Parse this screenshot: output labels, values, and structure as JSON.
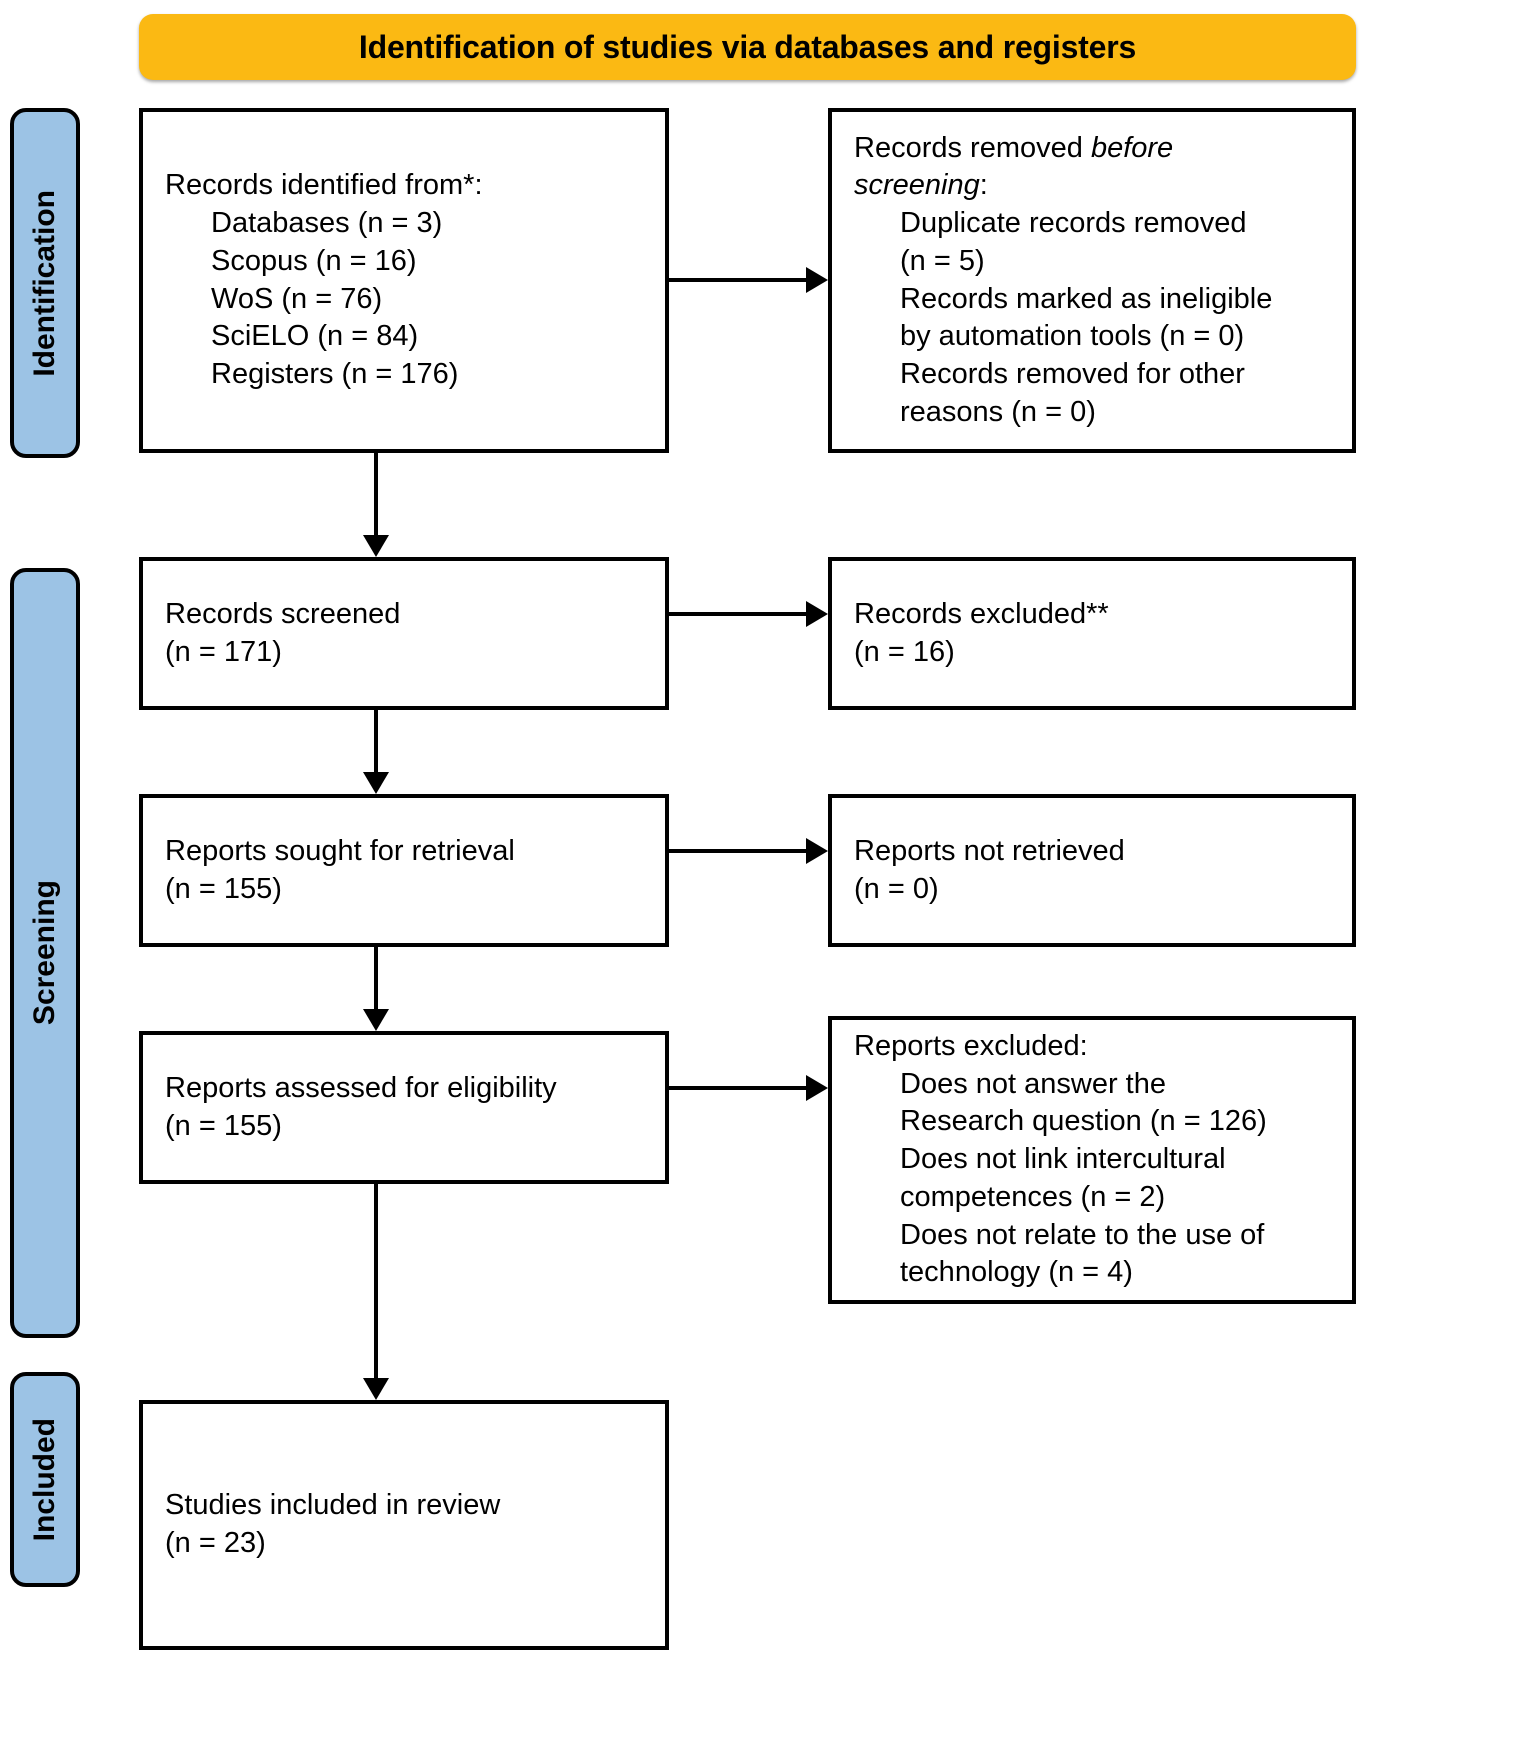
{
  "banner": {
    "title": "Identification of studies via databases and registers"
  },
  "rails": [
    {
      "key": "identification",
      "label": "Identification"
    },
    {
      "key": "screening",
      "label": "Screening"
    },
    {
      "key": "included",
      "label": "Included"
    }
  ],
  "nodes": {
    "records_identified": {
      "name": "records-identified-box",
      "lines": [
        {
          "text": "Records identified from*:",
          "indent": false
        },
        {
          "text": "Databases (n = 3)",
          "indent": true
        },
        {
          "text": "Scopus (n = 16)",
          "indent": true
        },
        {
          "text": "WoS (n = 76)",
          "indent": true
        },
        {
          "text": "SciELO (n = 84)",
          "indent": true
        },
        {
          "text": "Registers (n = 176)",
          "indent": true
        }
      ]
    },
    "records_removed": {
      "name": "records-removed-box",
      "lines": [
        {
          "text": "Records removed ",
          "italic_tail": "before",
          "indent": false
        },
        {
          "text": "",
          "italic_head": "screening",
          "tail": ":",
          "indent": false
        },
        {
          "text": "Duplicate records removed",
          "indent": true
        },
        {
          "text": "(n = 5)",
          "indent": true
        },
        {
          "text": "Records marked as ineligible",
          "indent": true
        },
        {
          "text": "by automation tools (n = 0)",
          "indent": true
        },
        {
          "text": "Records removed for other",
          "indent": true
        },
        {
          "text": "reasons (n = 0)",
          "indent": true
        }
      ]
    },
    "records_screened": {
      "name": "records-screened-box",
      "lines": [
        {
          "text": "Records screened",
          "indent": false
        },
        {
          "text": "(n = 171)",
          "indent": false
        }
      ]
    },
    "records_excluded": {
      "name": "records-excluded-box",
      "lines": [
        {
          "text": "Records excluded**",
          "indent": false
        },
        {
          "text": "(n = 16)",
          "indent": false
        }
      ]
    },
    "reports_sought": {
      "name": "reports-sought-box",
      "lines": [
        {
          "text": "Reports sought for retrieval",
          "indent": false
        },
        {
          "text": "(n = 155)",
          "indent": false
        }
      ]
    },
    "reports_not_retrieved": {
      "name": "reports-not-retrieved-box",
      "lines": [
        {
          "text": "Reports not retrieved",
          "indent": false
        },
        {
          "text": "(n = 0)",
          "indent": false
        }
      ]
    },
    "reports_assessed": {
      "name": "reports-assessed-box",
      "lines": [
        {
          "text": "Reports assessed for eligibility",
          "indent": false
        },
        {
          "text": "(n = 155)",
          "indent": false
        }
      ]
    },
    "reports_excluded": {
      "name": "reports-excluded-box",
      "lines": [
        {
          "text": "Reports excluded:",
          "indent": false
        },
        {
          "text": "Does not answer the",
          "indent": true
        },
        {
          "text": "Research question (n = 126)",
          "indent": true
        },
        {
          "text": "Does not link intercultural",
          "indent": true
        },
        {
          "text": "competences (n = 2)",
          "indent": true
        },
        {
          "text": "Does not relate to the use of",
          "indent": true
        },
        {
          "text": "technology (n = 4)",
          "indent": true
        }
      ]
    },
    "studies_included": {
      "name": "studies-included-box",
      "lines": [
        {
          "text": "Studies included in review",
          "indent": false
        },
        {
          "text": "(n = 23)",
          "indent": false
        }
      ]
    }
  },
  "colors": {
    "banner_fill": "#FBB913",
    "rail_fill": "#9CC3E5",
    "stroke": "#000000",
    "box_fill": "#FFFFFF"
  }
}
